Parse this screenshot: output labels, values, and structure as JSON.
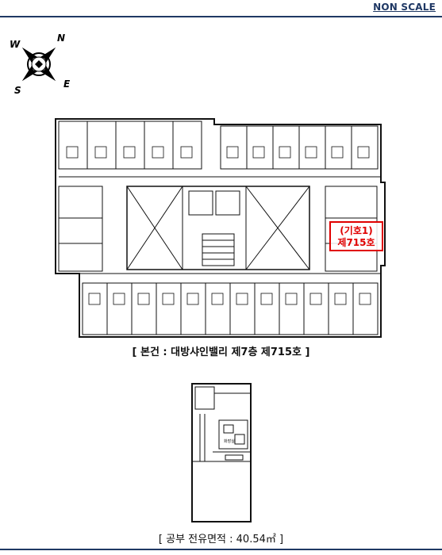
{
  "header": {
    "scale_label": "NON SCALE"
  },
  "compass": {
    "north": "N",
    "south": "S",
    "east": "E",
    "west": "W"
  },
  "floor_plan": {
    "caption": "[ 본건 : 대방샤인밸리 제7층 제715호 ]",
    "highlight": {
      "line1": "(기호1)",
      "line2": "제715호"
    }
  },
  "unit_plan": {
    "caption": "[ 공부 전유면적 : 40.54㎡ ]"
  },
  "colors": {
    "accent": "#1f3864",
    "highlight": "#e00000"
  }
}
